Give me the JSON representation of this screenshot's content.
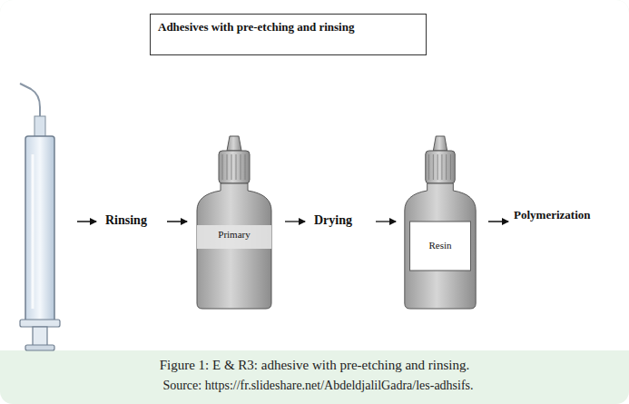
{
  "diagram": {
    "title": "Adhesives with pre-etching and rinsing",
    "caption": "Figure 1: E & R3: adhesive with pre-etching and rinsing.",
    "nodes": [
      {
        "text": [
          "Primary"
        ]
      },
      {
        "text": [
          "Resin"
        ]
      }
    ],
    "labels": [
      "Rinsing",
      "Drying",
      "Polymerization",
      "Source: https://fr.slideshare.net/AbdeldjalilGadra/les-adhsifs."
    ]
  }
}
